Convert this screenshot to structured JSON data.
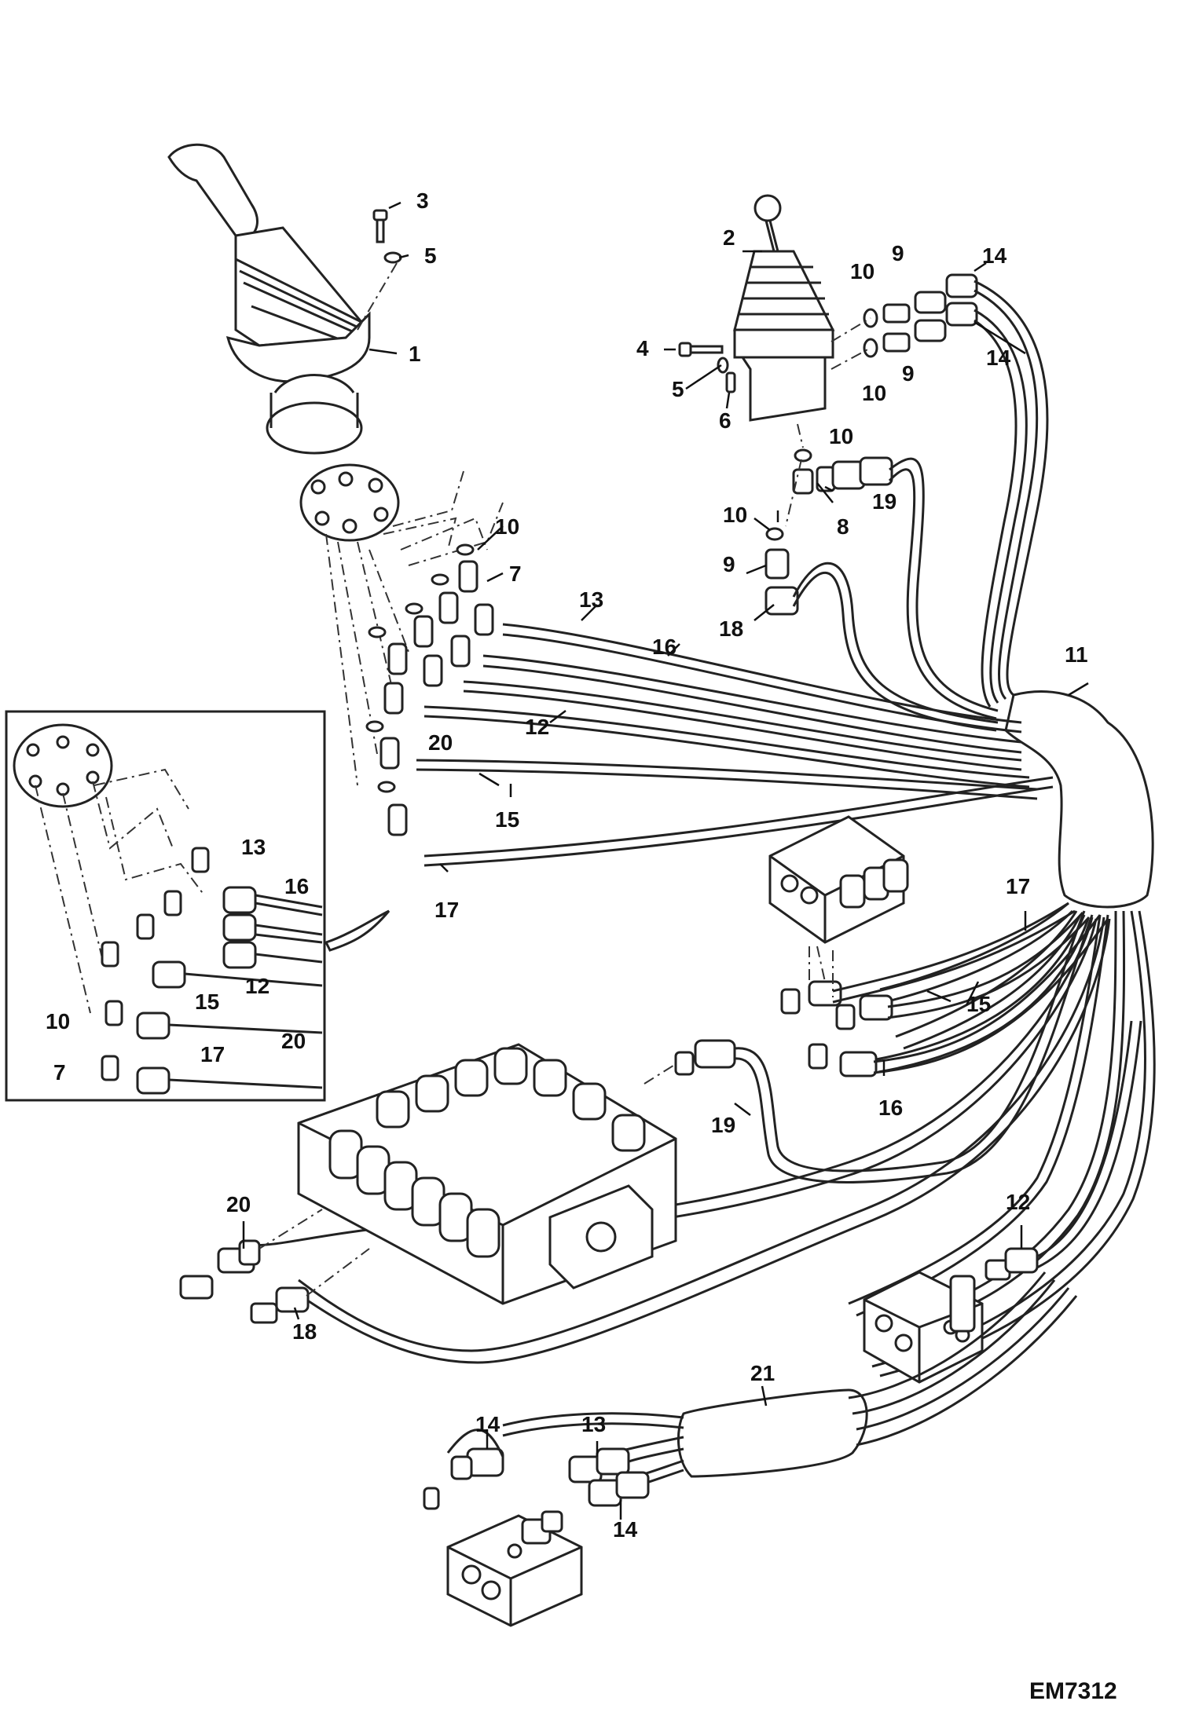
{
  "figure_id": "EM7312",
  "callouts": {
    "c1": "1",
    "c2": "2",
    "c3": "3",
    "c4": "4",
    "c5a": "5",
    "c5b": "5",
    "c6": "6",
    "c7a": "7",
    "c7b": "7",
    "c8": "8",
    "c9a": "9",
    "c9b": "9",
    "c9c": "9",
    "c10a": "10",
    "c10b": "10",
    "c10c": "10",
    "c10d": "10",
    "c10e": "10",
    "c10f": "10",
    "c11": "11",
    "c12a": "12",
    "c12b": "12",
    "c12c": "12",
    "c13a": "13",
    "c13b": "13",
    "c13c": "13",
    "c14a": "14",
    "c14b": "14",
    "c14c": "14",
    "c14d": "14",
    "c15a": "15",
    "c15b": "15",
    "c15c": "15",
    "c16a": "16",
    "c16b": "16",
    "c16c": "16",
    "c17a": "17",
    "c17b": "17",
    "c17c": "17",
    "c18a": "18",
    "c18b": "18",
    "c19a": "19",
    "c19b": "19",
    "c20a": "20",
    "c20b": "20",
    "c20c": "20",
    "c21": "21"
  }
}
